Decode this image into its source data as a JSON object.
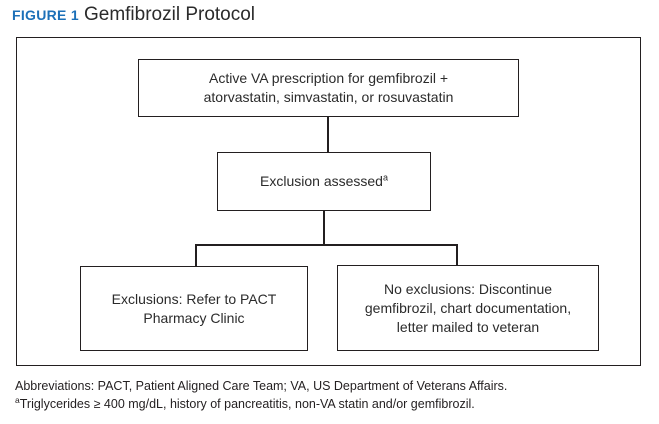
{
  "title": {
    "label": "FIGURE 1",
    "text": "Gemfibrozil Protocol"
  },
  "colors": {
    "accent_blue": "#1c70b8",
    "line_black": "#231f20",
    "background": "#ffffff"
  },
  "flowchart": {
    "nodes": [
      {
        "id": "active-prescription",
        "lines": [
          "Active VA prescription for gemfibrozil +",
          "atorvastatin, simvastatin, or rosuvastatin"
        ]
      },
      {
        "id": "exclusion-assessed",
        "lines": [
          "Exclusion assessed"
        ],
        "sup": "a"
      },
      {
        "id": "exclusions-refer",
        "lines": [
          "Exclusions: Refer to PACT",
          "Pharmacy Clinic"
        ]
      },
      {
        "id": "no-exclusions",
        "lines": [
          "No exclusions: Discontinue",
          "gemfibrozil, chart documentation,",
          "letter mailed to veteran"
        ]
      }
    ]
  },
  "footnotes": [
    {
      "text": "Abbreviations: PACT, Patient Aligned Care Team; VA, US Department of Veterans Affairs."
    },
    {
      "sup": "a",
      "text": "Triglycerides ≥ 400 mg/dL, history of pancreatitis, non-VA statin and/or gemfibrozil."
    }
  ]
}
